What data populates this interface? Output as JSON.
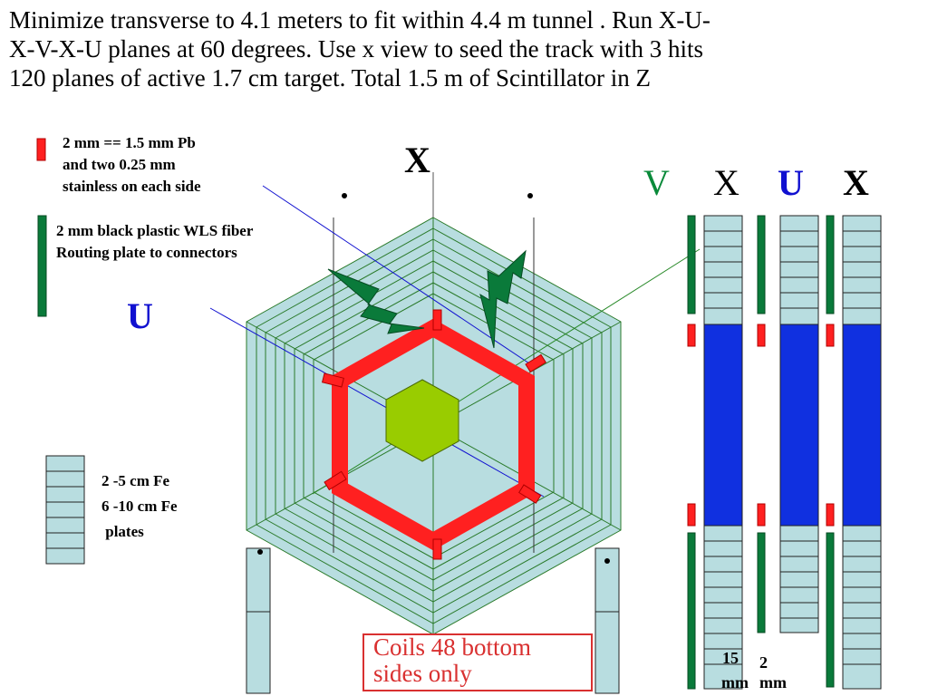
{
  "title": {
    "line1": "Minimize transverse to 4.1 meters to fit within 4.4 m tunnel . Run X-U-",
    "line2": "X-V-X-U planes at 60 degrees. Use x view to seed the track with 3 hits",
    "line3": "120 planes of active 1.7 cm  target. Total 1.5 m of Scintillator in Z"
  },
  "legend": {
    "pb": {
      "line1": "2 mm == 1.5 mm Pb",
      "line2": "and two 0.25 mm",
      "line3": "stainless on each side",
      "color": "#ff2020"
    },
    "wls": {
      "line1": "2 mm black plastic WLS  fiber",
      "line2": "Routing plate to connectors",
      "color": "#0a7a3a"
    },
    "fe": {
      "line1": "2 -5 cm Fe",
      "line2": "6 -10 cm Fe",
      "line3": " plates",
      "color": "#b8dde0"
    }
  },
  "views": {
    "x_top": "X",
    "u_left": "U",
    "v": "V",
    "x1": "X",
    "u": "U",
    "x2": "X"
  },
  "colors": {
    "u_blue": "#1010d0",
    "v_green": "#0a8a3a",
    "scintillator": "#b8dde0",
    "core": "#99cc00",
    "active_blue": "#1030e0",
    "red": "#ff2020",
    "dark_green": "#0a7a3a"
  },
  "dims": {
    "d15": "15",
    "d2": "2",
    "mm1": "mm",
    "mm2": "mm"
  },
  "coils": {
    "line1": "Coils 48 bottom",
    "line2": "sides only"
  }
}
